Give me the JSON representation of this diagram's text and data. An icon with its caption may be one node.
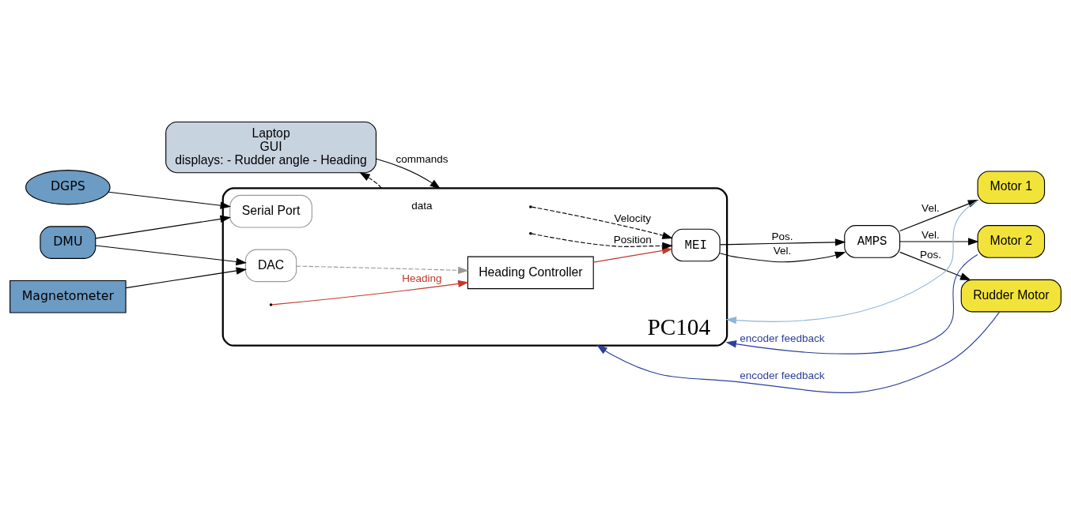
{
  "diagram": {
    "nodes": [
      {
        "text": [
          "Laptop",
          "GUI",
          "displays: - Rudder angle - Heading"
        ]
      },
      {
        "text": [
          "PC104"
        ]
      },
      {
        "text": [
          "MEI"
        ],
        "in": 1
      },
      {
        "text": [
          "Heading Controller"
        ],
        "in": 1
      },
      {
        "text": [
          "DAC"
        ],
        "in": 1
      },
      {
        "text": [
          "Serial Port"
        ],
        "in": 1
      },
      {
        "text": [
          "AMPS"
        ]
      },
      {
        "text": [
          "Motor 1"
        ]
      },
      {
        "text": [
          "Motor 2"
        ]
      },
      {
        "text": [
          "Rudder Motor"
        ]
      },
      {
        "text": [
          "DGPS"
        ]
      },
      {
        "text": [
          "DMU"
        ]
      },
      {
        "text": [
          "Magnetometer"
        ]
      }
    ],
    "edges": [
      {
        "from": 0,
        "to": 1,
        "arrow": "to",
        "label": "commands"
      },
      {
        "from": 1,
        "to": 0,
        "arrow": "to",
        "label": "data",
        "style": "dashed"
      },
      {
        "from": null,
        "to": 2,
        "arrow": "to",
        "label": "Velocity",
        "style": "dashed"
      },
      {
        "from": null,
        "to": 2,
        "arrow": "to",
        "label": "Position",
        "style": "dashed"
      },
      {
        "from": null,
        "to": 3,
        "arrow": "to",
        "label": "Heading",
        "color": "#c0392b"
      },
      {
        "from": 3,
        "to": 2,
        "arrow": "to",
        "color": "#c0392b"
      },
      {
        "from": 4,
        "to": 3,
        "arrow": "to",
        "style": "dashed",
        "color": "#999999"
      },
      {
        "from": 2,
        "to": 6,
        "arrow": "to",
        "label": "Vel."
      },
      {
        "from": 2,
        "to": 6,
        "arrow": "to",
        "label": "Pos."
      },
      {
        "from": 6,
        "to": 7,
        "arrow": "to",
        "label": "Vel."
      },
      {
        "from": 6,
        "to": 8,
        "arrow": "to",
        "label": "Vel."
      },
      {
        "from": 6,
        "to": 9,
        "arrow": "to",
        "label": "Pos."
      },
      {
        "from": 8,
        "to": 1,
        "arrow": "to",
        "label": "encoder feedback",
        "color": "#2b3f9a"
      },
      {
        "from": 7,
        "to": 1,
        "arrow": "to",
        "color": "#8fb4d9"
      },
      {
        "from": 9,
        "to": 1,
        "arrow": "to",
        "label": "encoder feedback",
        "color": "#2b3f9a"
      },
      {
        "from": 10,
        "to": 5,
        "arrow": "to"
      },
      {
        "from": 12,
        "to": 4,
        "arrow": "to"
      },
      {
        "from": 11,
        "to": 4,
        "arrow": "to"
      },
      {
        "from": 11,
        "to": 5,
        "arrow": "to"
      }
    ]
  }
}
